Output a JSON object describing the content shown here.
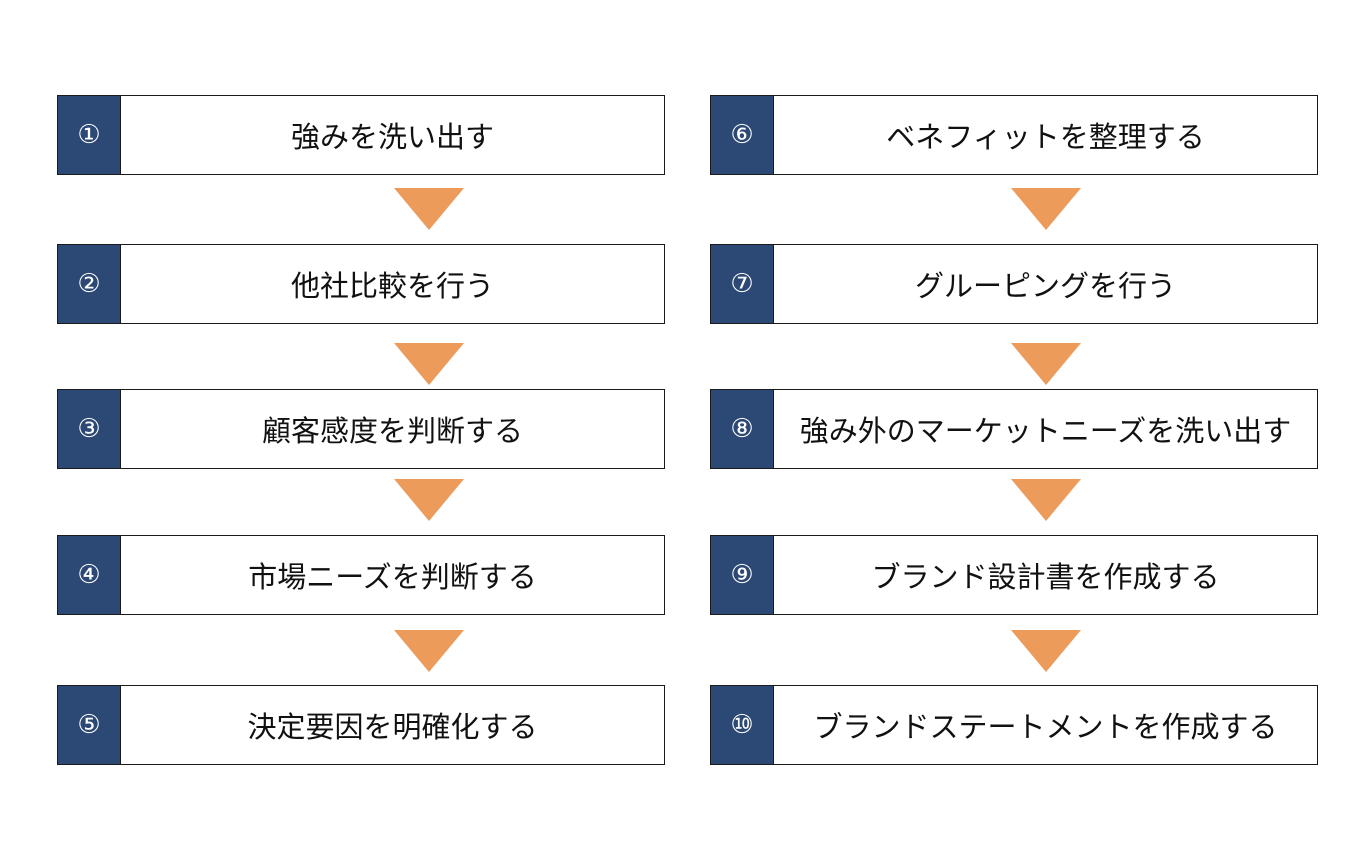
{
  "left_column": {
    "steps": [
      {
        "number": "①",
        "label": "強みを洗い出す"
      },
      {
        "number": "②",
        "label": "他社比較を行う"
      },
      {
        "number": "③",
        "label": "顧客感度を判断する"
      },
      {
        "number": "④",
        "label": "市場ニーズを判断する"
      },
      {
        "number": "⑤",
        "label": "決定要因を明確化する"
      }
    ]
  },
  "right_column": {
    "steps": [
      {
        "number": "⑥",
        "label": "ベネフィットを整理する"
      },
      {
        "number": "⑦",
        "label": "グルーピングを行う"
      },
      {
        "number": "⑧",
        "label": "強み外のマーケットニーズを洗い出す"
      },
      {
        "number": "⑨",
        "label": "ブランド設計書を作成する"
      },
      {
        "number": "⑩",
        "label": "ブランドステートメントを作成する"
      }
    ]
  },
  "colors": {
    "number_box": "#2c4874",
    "arrow": "#ec9b5a",
    "border": "#1a1a1a"
  }
}
